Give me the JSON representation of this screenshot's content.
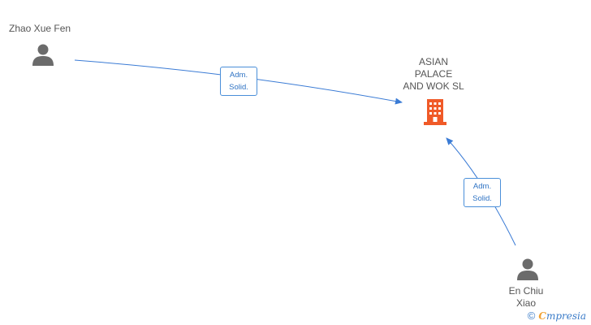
{
  "people": [
    {
      "name": "Zhao Xue Fen"
    },
    {
      "name_lines": [
        "En Chiu",
        "Xiao"
      ]
    }
  ],
  "company": {
    "name_lines": [
      "ASIAN",
      "PALACE",
      "AND WOK SL"
    ]
  },
  "relations": [
    {
      "lines": [
        "Adm.",
        "Solid."
      ]
    },
    {
      "lines": [
        "Adm.",
        "Solid."
      ]
    }
  ],
  "footer": {
    "copyright": "©",
    "brand_first": "C",
    "brand_rest": "mpresia"
  },
  "colors": {
    "edge": "#3a7bd5",
    "person": "#6b6b6b",
    "company": "#f05a28"
  },
  "icons": {
    "person": "person-icon",
    "company": "building-icon",
    "copyright": "copyright-icon"
  }
}
